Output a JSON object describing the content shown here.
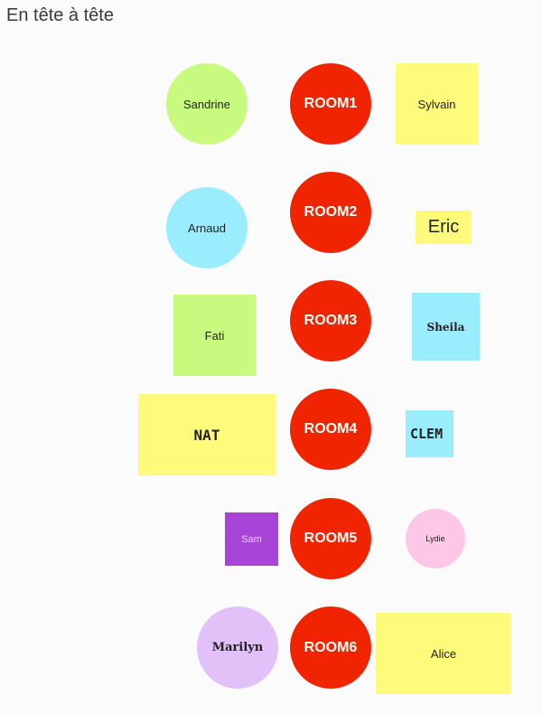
{
  "title": "En tête à tête",
  "rooms": [
    {
      "label": "ROOM1",
      "left": "Sandrine",
      "right": "Sylvain"
    },
    {
      "label": "ROOM2",
      "left": "Arnaud",
      "right": "Eric"
    },
    {
      "label": "ROOM3",
      "left": "Fati",
      "right": "Sheila"
    },
    {
      "label": "ROOM4",
      "left": "NAT",
      "right": "CLEM"
    },
    {
      "label": "ROOM5",
      "left": "Sam",
      "right": "Lydie"
    },
    {
      "label": "ROOM6",
      "left": "Marilyn",
      "right": "Alice"
    }
  ],
  "colors": {
    "room": "#f02400",
    "green": "#c8fa80",
    "cyan": "#9aecff",
    "yellow": "#fdfa7c",
    "purple": "#a944d8",
    "pink": "#fdc8e8",
    "lavender": "#e2c0f8"
  }
}
